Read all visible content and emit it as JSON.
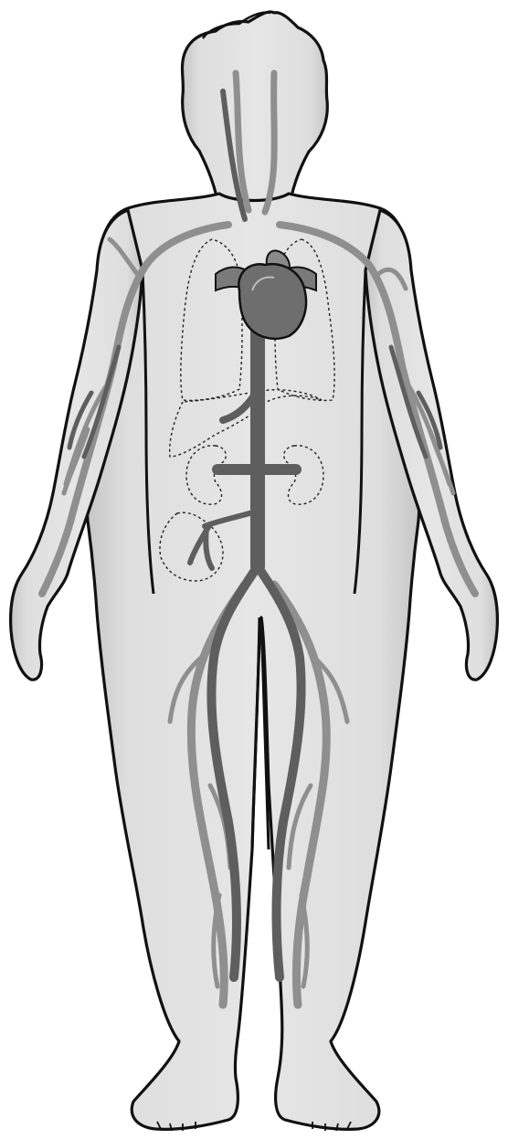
{
  "figure": {
    "labels": [],
    "colors": {
      "background": "#ffffff",
      "skin": "#dcdcdc",
      "skin_edge": "#c4c4c4",
      "outline": "#111111",
      "vein_light": "#8f8f8f",
      "vein_dark": "#5e5e5e",
      "heart": "#6e6e6e",
      "organ_outline": "#222222"
    },
    "parts": [
      "body-outline",
      "heart",
      "veins",
      "lungs-outline",
      "liver-outline",
      "kidneys-outline",
      "intestine-outline"
    ]
  }
}
